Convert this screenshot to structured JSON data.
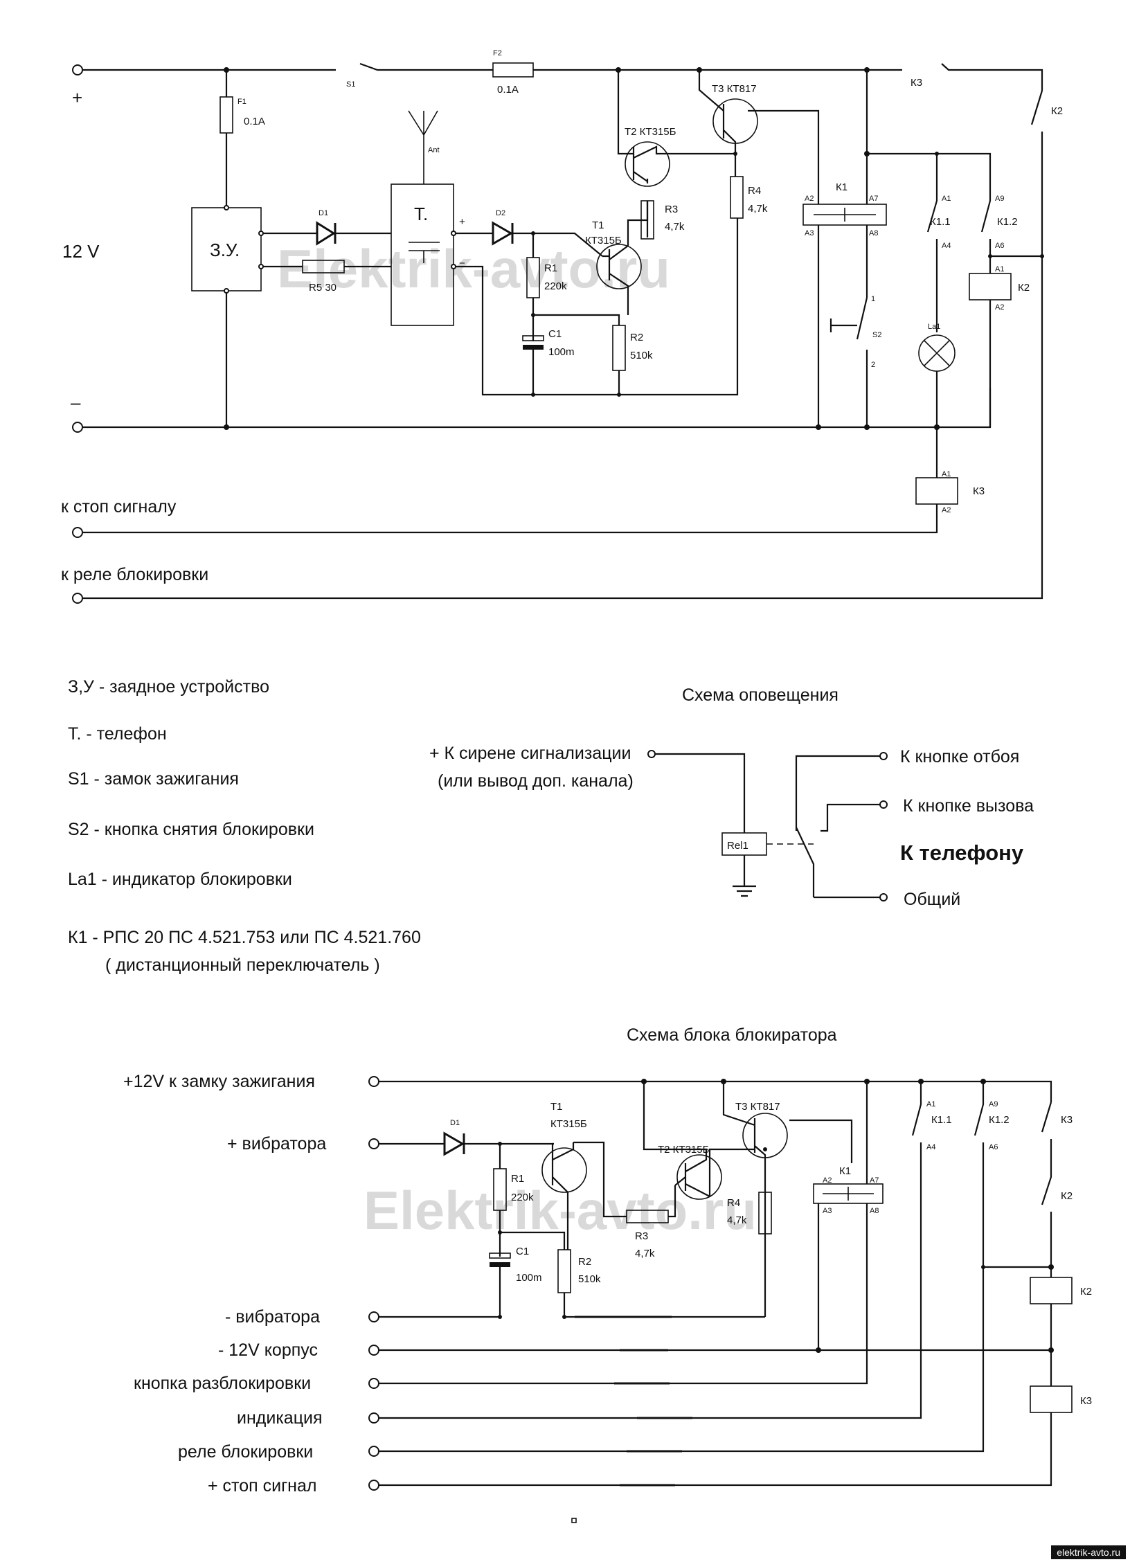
{
  "watermark": "Elektrik-avto.ru",
  "footer": "elektrik-avto.ru",
  "top_circuit": {
    "plus_sign": "+",
    "minus_sign": "–",
    "voltage": "12 V",
    "s1": "S1",
    "f1": "F1",
    "f1_val": "0.1A",
    "f2": "F2",
    "f2_val": "0.1A",
    "zu": "З.У.",
    "d1": "D1",
    "r5": "R5 30",
    "antenna": "Ant",
    "phone": "Т.",
    "plus_out": "+",
    "minus_out": "−",
    "d2": "D2",
    "r1": "R1",
    "r1_val": "220k",
    "c1": "C1",
    "c1_val": "100m",
    "t1": "T1",
    "t1_type": "КТ315Б",
    "r2": "R2",
    "r2_val": "510k",
    "t2": "T2 КТ315Б",
    "r3": "R3",
    "r3_val": "4,7k",
    "t3": "T3 КТ817",
    "r4": "R4",
    "r4_val": "4,7k",
    "k3_contact": "К3",
    "k2_contact": "К2",
    "k1": "К1",
    "k1_a2": "A2",
    "k1_a7": "A7",
    "k1_a3": "A3",
    "k1_a8": "A8",
    "s2": "S2",
    "s2_pin1": "1",
    "s2_pin2": "2",
    "k11": "К1.1",
    "k12": "К1.2",
    "pin_a1": "A1",
    "pin_a4": "A4",
    "pin_a9": "A9",
    "pin_a6": "A6",
    "la1": "La1",
    "k2_coil": "К2",
    "k2_a1": "A1",
    "k2_a2": "A2",
    "k3_coil": "К3",
    "k3_a1": "A1",
    "k3_a2": "A2",
    "to_stop": "к стоп сигналу",
    "to_relay": "к реле блокировки"
  },
  "legend": [
    "З,У - заядное устройство",
    "Т. - телефон",
    "S1 - замок зажигания",
    "S2 - кнопка снятия блокировки",
    "La1 - индикатор блокировки",
    "К1 - РПС 20  ПС 4.521.753 или  ПС 4.521.760",
    "( дистанционный переключатель )"
  ],
  "notify": {
    "title": "Схема оповещения",
    "input": "+ К сирене сигнализации",
    "input_note": "(или вывод доп. канала)",
    "rel": "Rel1",
    "out1": "К кнопке отбоя",
    "out2": "К кнопке вызова",
    "phone": "К телефону",
    "common": "Общий"
  },
  "blocker": {
    "title": "Схема блока блокиратора",
    "terminals": [
      "+12V к замку зажигания",
      "+ вибратора",
      "- вибратора",
      "- 12V корпус",
      "кнопка разблокировки",
      "индикация",
      "реле блокировки",
      "+ стоп сигнал"
    ],
    "d1": "D1",
    "r1": "R1",
    "r1_val": "220k",
    "c1": "C1",
    "c1_val": "100m",
    "t1": "T1",
    "t1_type": "КТ315Б",
    "r2": "R2",
    "r2_val": "510k",
    "t2": "T2 КТ315Б",
    "r3": "R3",
    "r3_val": "4,7k",
    "t3": "T3 КТ817",
    "r4": "R4",
    "r4_val": "4,7k",
    "k1": "К1",
    "k1_a2": "A2",
    "k1_a7": "A7",
    "k1_a3": "A3",
    "k1_a8": "A8",
    "k11": "К1.1",
    "k12": "К1.2",
    "pin_a1": "A1",
    "pin_a4": "A4",
    "pin_a9": "A9",
    "pin_a6": "A6",
    "k3_contact": "К3",
    "k2_contact": "К2",
    "k2_coil": "К2",
    "k3_coil": "К3"
  }
}
